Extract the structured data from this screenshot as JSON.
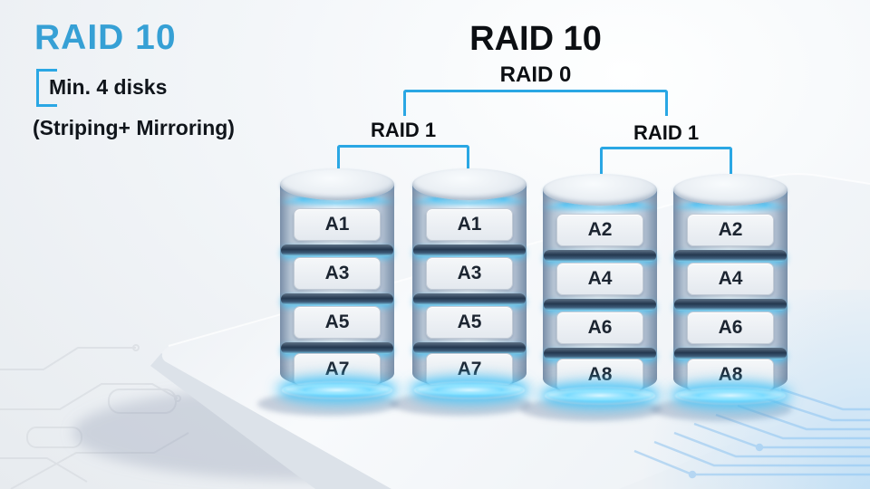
{
  "colors": {
    "accent_blue": "#36a0d5",
    "bracket_blue": "#2aa7e4",
    "glow_cyan": "#4fc9f5",
    "text_dark": "#10151b"
  },
  "info_panel": {
    "title": "RAID 10",
    "min_disks": "Min. 4 disks",
    "mode": "(Striping+ Mirroring)"
  },
  "diagram": {
    "title": "RAID 10",
    "raid0_label": "RAID 0",
    "raid1_groups": [
      {
        "label": "RAID 1"
      },
      {
        "label": "RAID 1"
      }
    ]
  },
  "disks": [
    {
      "id": "disk-1",
      "blocks": [
        "A1",
        "A3",
        "A5",
        "A7"
      ]
    },
    {
      "id": "disk-2",
      "blocks": [
        "A1",
        "A3",
        "A5",
        "A7"
      ]
    },
    {
      "id": "disk-3",
      "blocks": [
        "A2",
        "A4",
        "A6",
        "A8"
      ]
    },
    {
      "id": "disk-4",
      "blocks": [
        "A2",
        "A4",
        "A6",
        "A8"
      ]
    }
  ]
}
